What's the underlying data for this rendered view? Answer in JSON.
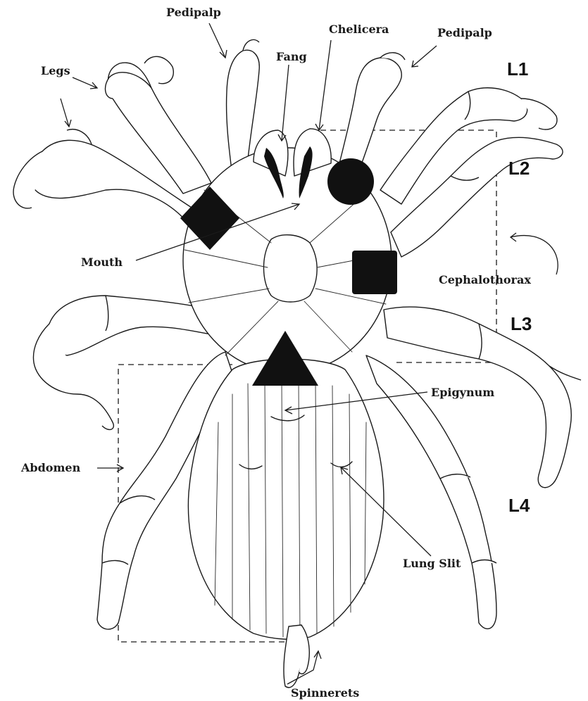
{
  "labels": {
    "pedipalp_left": "Pedipalp",
    "pedipalp_right": "Pedipalp",
    "chelicera": "Chelicera",
    "fang": "Fang",
    "legs": "Legs",
    "mouth": "Mouth",
    "cephalothorax": "Cephalothorax",
    "epigynum": "Epigynum",
    "abdomen": "Abdomen",
    "lung_slit": "Lung Slit",
    "spinnerets": "Spinnerets"
  },
  "leg_labels": {
    "l1": "L1",
    "l2": "L2",
    "l3": "L3",
    "l4": "L4"
  },
  "markers": [
    "diamond",
    "circle",
    "square",
    "triangle"
  ],
  "colors": {
    "ink": "#1a1a1a",
    "marker": "#111111",
    "background": "#ffffff"
  }
}
